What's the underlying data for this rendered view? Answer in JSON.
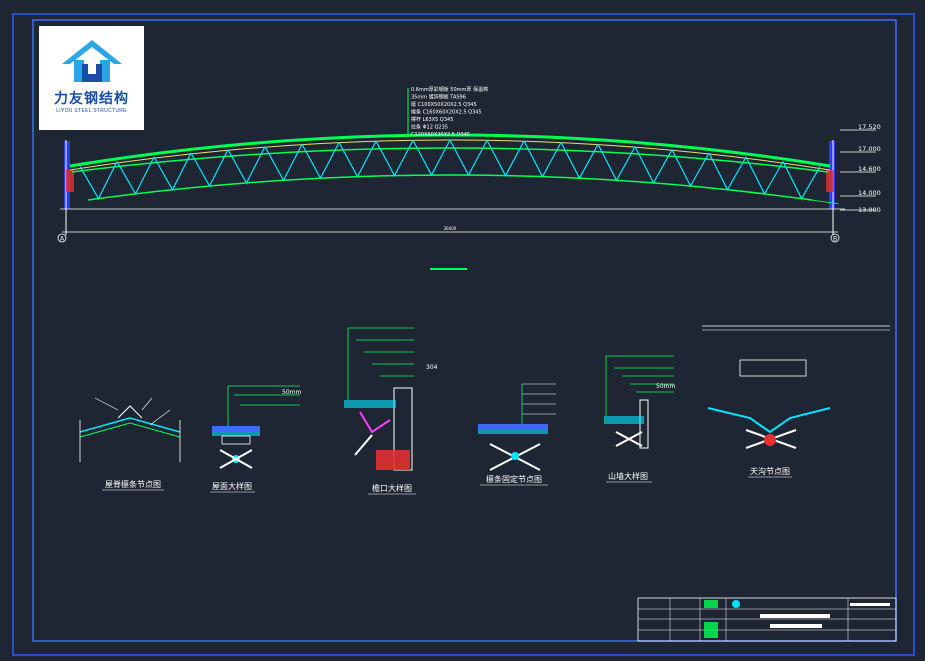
{
  "logo": {
    "name_cn": "力友钢结构",
    "name_en": "LIYOU STEEL STRUCTURE"
  },
  "elevation": {
    "levels": [
      "17.520",
      "17.000",
      "14.600",
      "14.000",
      "13.000"
    ],
    "span_label": "36000",
    "axis_left": "A",
    "axis_right": "B",
    "notes": [
      "0.6mm厚彩钢板 50mm厚 保温棉",
      "35mm 镀锌钢板 TAS96",
      "檩 C100X50X20X2.5 Q345",
      "檩条 C160X60X20X2.5 Q345",
      "撑杆 L63X5 Q345",
      "拉条 Φ12 Q235",
      "C120X60X20X2.5 Q345"
    ]
  },
  "details": [
    {
      "title": "屋脊檩条节点图"
    },
    {
      "title": "屋面大样图",
      "note": "50mm"
    },
    {
      "title": "檐口大样图",
      "note": "304"
    },
    {
      "title": "檩条固定节点图"
    },
    {
      "title": "山墙大样图",
      "note": "50mm"
    },
    {
      "title": "天沟节点图"
    }
  ],
  "title_block": {}
}
